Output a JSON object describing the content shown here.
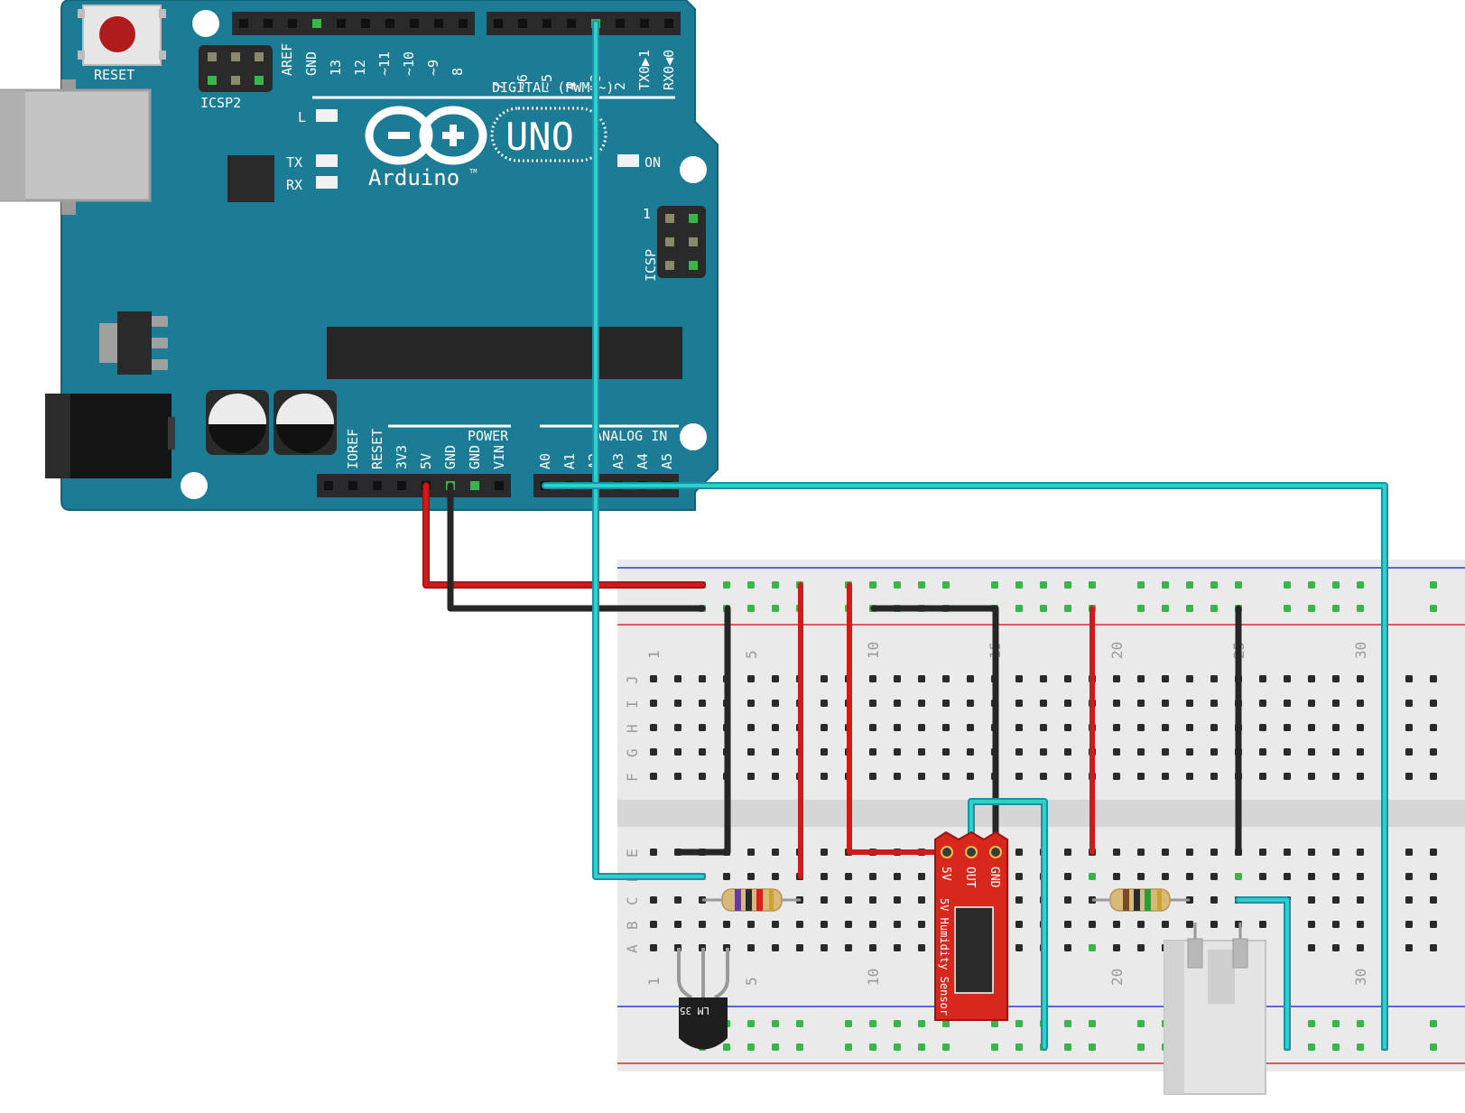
{
  "colors": {
    "board": "#1c7b95",
    "board_edge": "#16647a",
    "silk": "#ffffff",
    "header": "#2a2a2a",
    "breadboard": "#eaeaea",
    "rail_red": "#e0262c",
    "rail_blue": "#2a3ad0",
    "wire_red": "#d11a1a",
    "wire_black": "#262626",
    "wire_cyan": "#27c9c2",
    "sensor_red": "#d8271c",
    "pin_green": "#3ab54a"
  },
  "arduino": {
    "reset_label": "RESET",
    "icsp2_label": "ICSP2",
    "icsp_label": "ICSP",
    "icsp_pin1": "1",
    "digital_label": "DIGITAL (PWM=~)",
    "digital_pins": [
      "AREF",
      "GND",
      "13",
      "12",
      "~11",
      "~10",
      "~9",
      "8",
      "7",
      "~6",
      "~5",
      "4",
      "~3",
      "2",
      "TX0▶1",
      "RX0◀0"
    ],
    "led_l": "L",
    "led_tx": "TX",
    "led_rx": "RX",
    "led_on": "ON",
    "logo_text": "Arduino",
    "tm": "TM",
    "uno_text": "UNO",
    "power_label": "POWER",
    "power_pins": [
      "IOREF",
      "RESET",
      "3V3",
      "5V",
      "GND",
      "GND",
      "VIN"
    ],
    "analog_label": "ANALOG IN",
    "analog_pins": [
      "A0",
      "A1",
      "A2",
      "A3",
      "A4",
      "A5"
    ]
  },
  "breadboard": {
    "row_letters_top": [
      "J",
      "I",
      "H",
      "G",
      "F"
    ],
    "row_letters_bottom": [
      "E",
      "D",
      "C",
      "B",
      "A"
    ],
    "column_numbers": [
      "1",
      "5",
      "10",
      "15",
      "20",
      "25",
      "30"
    ]
  },
  "humidity_sensor": {
    "pin_labels": [
      "5V",
      "OUT",
      "GND"
    ],
    "label": "5V Humidity Sensor"
  },
  "temperature_sensor": {
    "label": "LM 35"
  }
}
